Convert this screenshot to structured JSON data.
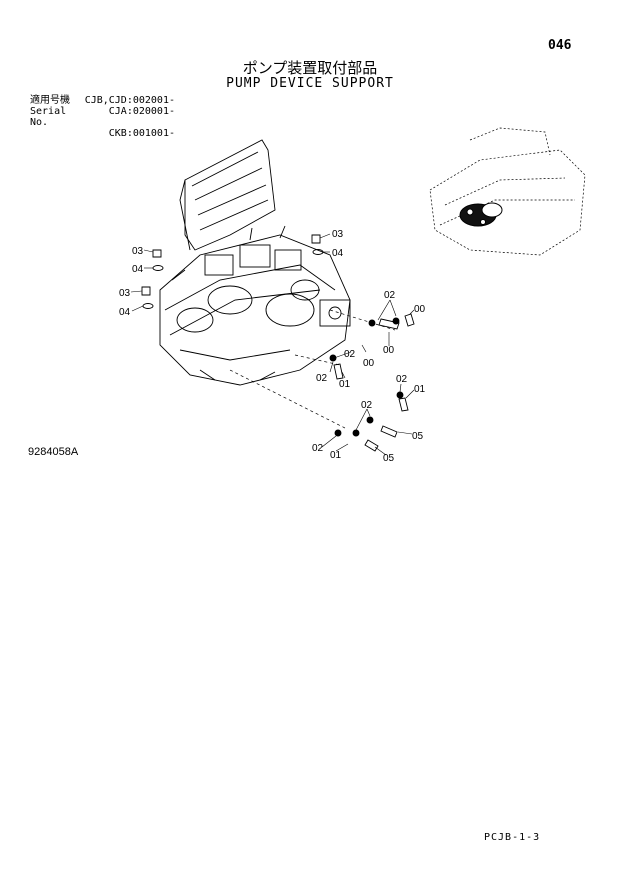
{
  "page_number": "046",
  "title_jp": "ポンプ装置取付部品",
  "title_en": "PUMP DEVICE SUPPORT",
  "serial": {
    "label_jp": "適用号機",
    "label_en": "Serial No.",
    "values": [
      "CJB,CJD:002001-",
      "CJA:020001-",
      "CKB:001001-"
    ]
  },
  "drawing_id": "9284058A",
  "footer_code": "PCJB-1-3",
  "callouts": [
    {
      "label": "03"
    },
    {
      "label": "04"
    },
    {
      "label": "03"
    },
    {
      "label": "04"
    },
    {
      "label": "03"
    },
    {
      "label": "04"
    },
    {
      "label": "02"
    },
    {
      "label": "00"
    },
    {
      "label": "02"
    },
    {
      "label": "00"
    },
    {
      "label": "00"
    },
    {
      "label": "02"
    },
    {
      "label": "01"
    },
    {
      "label": "02"
    },
    {
      "label": "01"
    },
    {
      "label": "02"
    },
    {
      "label": "05"
    },
    {
      "label": "02"
    },
    {
      "label": "01"
    },
    {
      "label": "05"
    }
  ]
}
